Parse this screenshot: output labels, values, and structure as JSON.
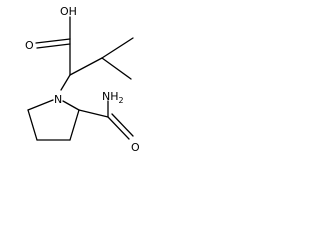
{
  "molecule": {
    "atoms": {
      "hydroxyl": "OH",
      "carbonyl_oxygen": "O",
      "ring_nitrogen": "N",
      "amide_nitrogen": "NH",
      "amide_hydrogen_count": "2",
      "amide_oxygen": "O"
    },
    "colors": {
      "bond": "#000000",
      "label": "#000000",
      "background": "#ffffff"
    }
  }
}
